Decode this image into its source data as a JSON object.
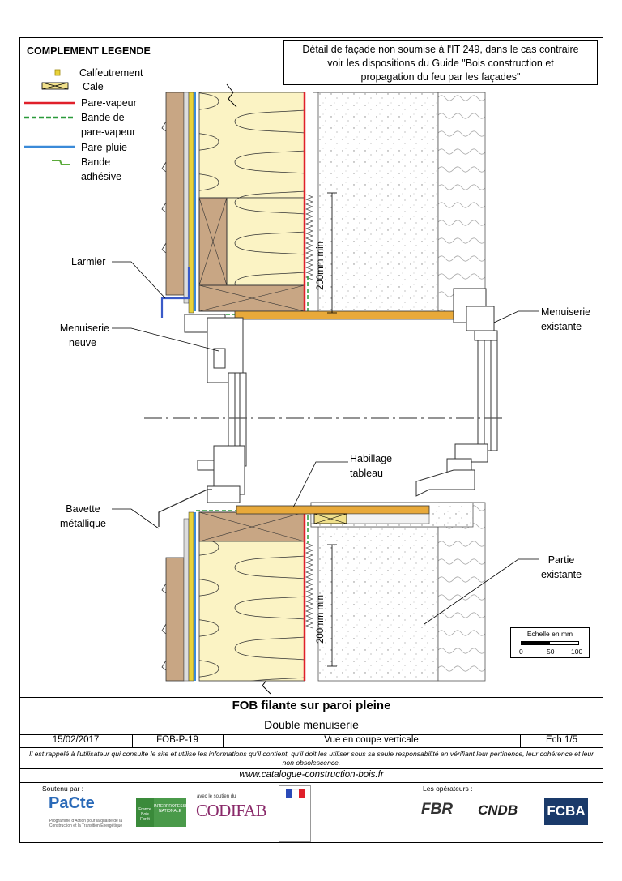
{
  "note": {
    "line1": "Détail de façade non soumise à l'IT 249, dans le cas contraire",
    "line2": "voir les dispositions du Guide \"Bois construction et",
    "line3": "propagation du feu par les façades\""
  },
  "legend": {
    "title": "COMPLEMENT LEGENDE",
    "items": [
      {
        "label": "Calfeutrement",
        "color": "#e8d23a"
      },
      {
        "label": "Cale",
        "color": "#f0e08c"
      },
      {
        "label": "Pare-vapeur",
        "color": "#e0202a"
      },
      {
        "label": "Bande de",
        "label2": "pare-vapeur",
        "color": "#2a9a3a"
      },
      {
        "label": "Pare-pluie",
        "color": "#3a8ad8"
      },
      {
        "label": "Bande",
        "label2": "adhésive",
        "color": "#5aaa3a"
      }
    ]
  },
  "callouts": {
    "larmier": "Larmier",
    "menuiserie_neuve_1": "Menuiserie",
    "menuiserie_neuve_2": "neuve",
    "menuiserie_existante_1": "Menuiserie",
    "menuiserie_existante_2": "existante",
    "habillage_1": "Habillage",
    "habillage_2": "tableau",
    "bavette_1": "Bavette",
    "bavette_2": "métallique",
    "partie_1": "Partie",
    "partie_2": "existante",
    "dim_top": "200mm min",
    "dim_bottom": "200mm min"
  },
  "scale": {
    "title": "Echelle en mm",
    "ticks": [
      "0",
      "50",
      "100"
    ]
  },
  "title_block": {
    "title": "FOB filante sur paroi pleine",
    "subtitle": "Double menuiserie",
    "date": "15/02/2017",
    "ref": "FOB-P-19",
    "view": "Vue en coupe verticale",
    "scale": "Ech 1/5",
    "disclaimer": "Il est rappelé à l'utilisateur qui consulte le site et utilise les informations qu'il contient, qu'il doit les utiliser sous sa seule responsabilité en vérifiant leur pertinence, leur cohérence et leur non obsolescence.",
    "website": "www.catalogue-construction-bois.fr"
  },
  "footer": {
    "supported_by": "Soutenu par :",
    "operators": "Les opérateurs :",
    "pacte": "PaCte",
    "pacte_sub": "Programme d'Action pour la qualité de la Construction et la Transition Énergétique",
    "fbf": "France Bois Forêt",
    "interpro": "INTERPROFESSION NATIONALE",
    "codifab_pre": "avec le soutien du",
    "codifab": "CODIFAB",
    "fbr": "FBR",
    "cndb": "CNDB",
    "fcba": "FCBA"
  }
}
